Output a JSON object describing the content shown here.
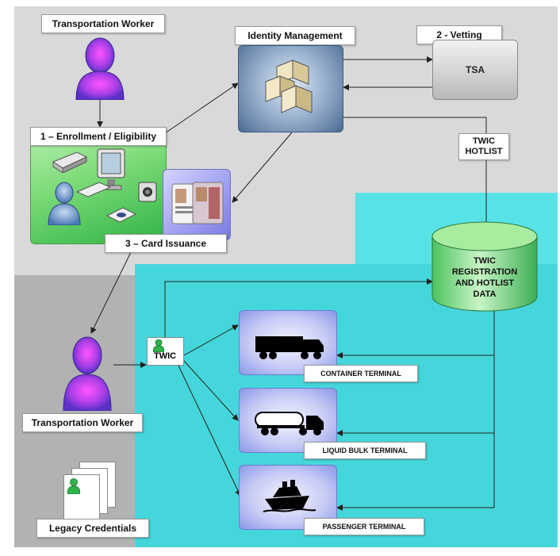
{
  "labels": {
    "worker_top": "Transportation Worker",
    "identity": "Identity Management",
    "vetting": "2 - Vetting",
    "tsa": "TSA",
    "enrollment": "1 – Enrollment / Eligibility",
    "card_issuance": "3 – Card Issuance",
    "hotlist_line1": "TWIC",
    "hotlist_line2": "HOTLIST",
    "registration_line1": "TWIC",
    "registration_line2": "REGISTRATION",
    "registration_line3": "AND HOTLIST",
    "registration_line4": "DATA",
    "twic_badge": "TWIC",
    "worker_bottom": "Transportation Worker",
    "legacy": "Legacy Credentials",
    "container": "CONTAINER TERMINAL",
    "liquid": "LIQUID BULK TERMINAL",
    "passenger": "PASSENGER TERMINAL"
  },
  "icons": [
    "person-icon",
    "server-icon",
    "computer-icon",
    "scanner-icon",
    "card-icon",
    "truck-icon",
    "tanker-icon",
    "ship-icon",
    "badge-icon"
  ],
  "colors": {
    "background_top": "#d9d9d9",
    "background_bottom": "#b2b2b2",
    "cyan_region": "#45d6db",
    "enrollment_green": "#7fdc7a",
    "person_purple": "#7a40d8",
    "person_magenta": "#f040f0",
    "badge_green": "#2db34a"
  }
}
